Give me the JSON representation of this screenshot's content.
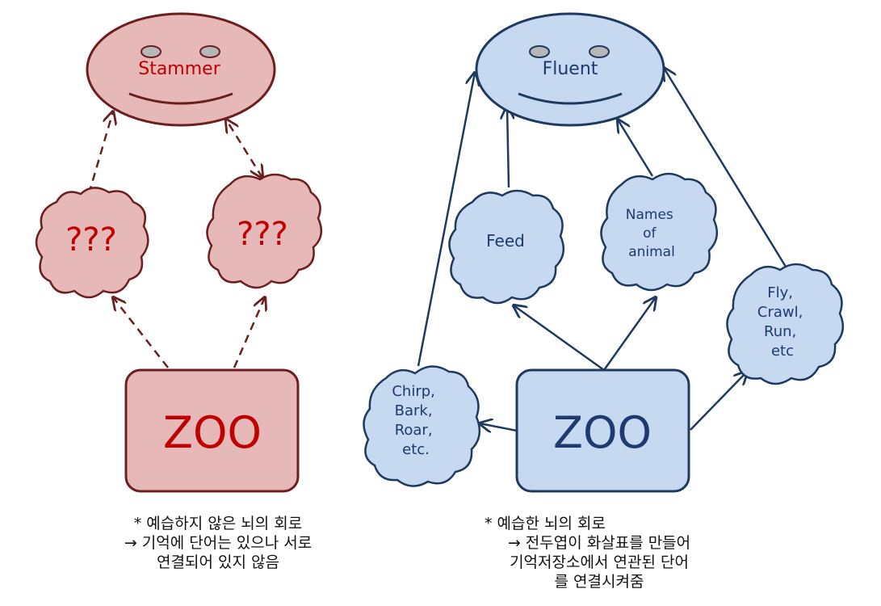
{
  "left": {
    "face_label": "Stammer",
    "cloud1_label": "???",
    "cloud2_label": "???",
    "box_label": "ZOO",
    "caption": {
      "line1": "* 예습하지 않은 뇌의 회로",
      "line2": "→ 기억에 단어는 있으나 서로",
      "line3": "연결되어 있지 않음"
    },
    "colors": {
      "fill": "#e6b8b8",
      "stroke": "#6b1f1f",
      "text": "#c00000"
    }
  },
  "right": {
    "face_label": "Fluent",
    "box_label": "ZOO",
    "clouds": {
      "feed": [
        "Feed"
      ],
      "names": [
        "Names",
        "of",
        "animal"
      ],
      "fly": [
        "Fly,",
        "Crawl,",
        "Run,",
        "etc"
      ],
      "chirp": [
        "Chirp,",
        "Bark,",
        "Roar,",
        "etc."
      ]
    },
    "caption": {
      "line1": "* 예습한 뇌의 회로",
      "line2": "→ 전두엽이 화살표를 만들어",
      "line3": "기억저장소에서 연관된 단어",
      "line4": "를 연결시켜줌"
    },
    "colors": {
      "fill": "#c6d9f0",
      "stroke": "#1f3a5f",
      "text": "#1f3a6e"
    }
  }
}
